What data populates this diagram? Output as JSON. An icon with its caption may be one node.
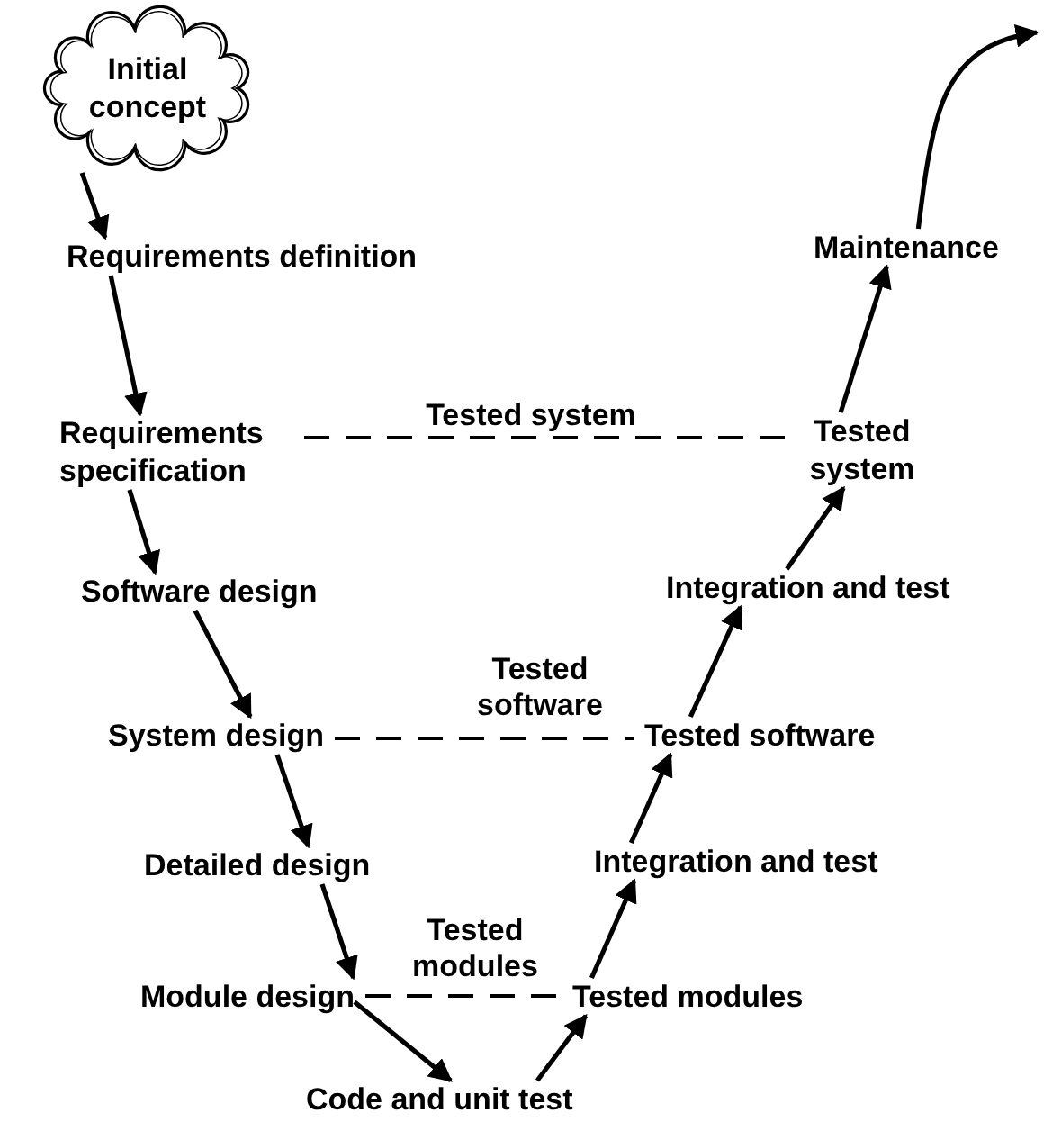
{
  "diagram": {
    "nodes": [
      {
        "text": [
          "Initial concept"
        ]
      },
      {
        "text": [
          "Requirements definition"
        ]
      },
      {
        "text": [
          "Requirements specification"
        ]
      },
      {
        "text": [
          "Software design"
        ]
      },
      {
        "text": [
          "System design"
        ]
      },
      {
        "text": [
          "Detailed design"
        ]
      },
      {
        "text": [
          "Module design"
        ]
      },
      {
        "text": [
          "Code and unit test"
        ]
      },
      {
        "text": [
          "Tested modules"
        ]
      },
      {
        "text": [
          "Integration and test"
        ]
      },
      {
        "text": [
          "Tested software"
        ]
      },
      {
        "text": [
          "Integration and test"
        ]
      },
      {
        "text": [
          "Tested system"
        ]
      },
      {
        "text": [
          "Maintenance"
        ]
      }
    ],
    "edges": [
      {
        "from": 0,
        "to": 1,
        "arrow": "to"
      },
      {
        "from": 1,
        "to": 2,
        "arrow": "to"
      },
      {
        "from": 2,
        "to": 3,
        "arrow": "to"
      },
      {
        "from": 3,
        "to": 4,
        "arrow": "to"
      },
      {
        "from": 4,
        "to": 5,
        "arrow": "to"
      },
      {
        "from": 5,
        "to": 6,
        "arrow": "to"
      },
      {
        "from": 6,
        "to": 7,
        "arrow": "to"
      },
      {
        "from": 7,
        "to": 8,
        "arrow": "to"
      },
      {
        "from": 8,
        "to": 9,
        "arrow": "to"
      },
      {
        "from": 9,
        "to": 10,
        "arrow": "to"
      },
      {
        "from": 10,
        "to": 11,
        "arrow": "to"
      },
      {
        "from": 11,
        "to": 12,
        "arrow": "to"
      },
      {
        "from": 12,
        "to": 13,
        "arrow": "to"
      },
      {
        "from": 13,
        "to": null,
        "arrow": "to"
      },
      {
        "from": 2,
        "to": 12,
        "arrow": "none",
        "style": "dashed",
        "label": "Tested system"
      },
      {
        "from": 4,
        "to": 10,
        "arrow": "none",
        "style": "dashed",
        "label": "Tested software"
      },
      {
        "from": 6,
        "to": 8,
        "arrow": "none",
        "style": "dashed",
        "label": "Tested modules"
      }
    ]
  }
}
